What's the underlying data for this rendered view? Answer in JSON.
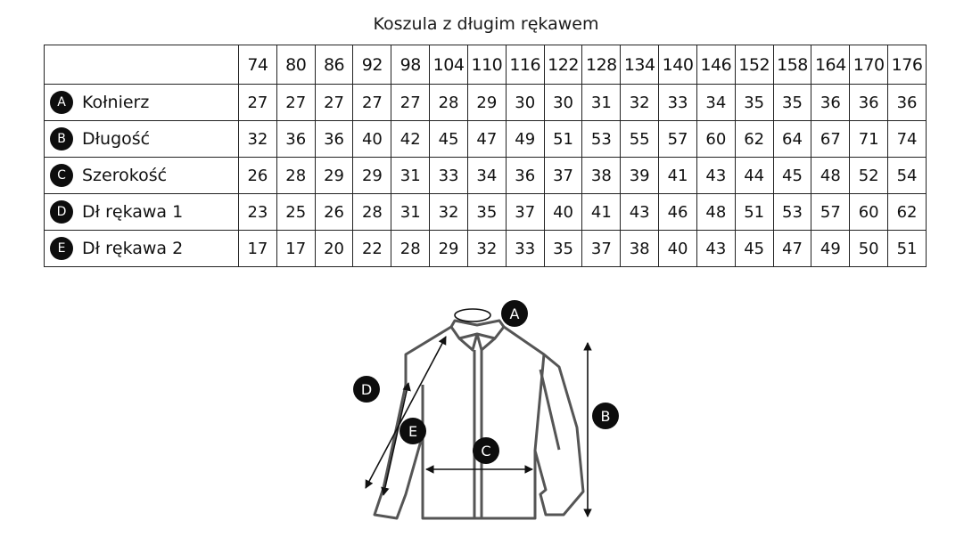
{
  "title": "Koszula z długim rękawem",
  "sizes": [
    "74",
    "80",
    "86",
    "92",
    "98",
    "104",
    "110",
    "116",
    "122",
    "128",
    "134",
    "140",
    "146",
    "152",
    "158",
    "164",
    "170",
    "176"
  ],
  "rows": [
    {
      "letter": "A",
      "label": "Kołnierz",
      "values": [
        "27",
        "27",
        "27",
        "27",
        "27",
        "28",
        "29",
        "30",
        "30",
        "31",
        "32",
        "33",
        "34",
        "35",
        "35",
        "36",
        "36",
        "36"
      ]
    },
    {
      "letter": "B",
      "label": "Długość",
      "values": [
        "32",
        "36",
        "36",
        "40",
        "42",
        "45",
        "47",
        "49",
        "51",
        "53",
        "55",
        "57",
        "60",
        "62",
        "64",
        "67",
        "71",
        "74"
      ]
    },
    {
      "letter": "C",
      "label": "Szerokość",
      "values": [
        "26",
        "28",
        "29",
        "29",
        "31",
        "33",
        "34",
        "36",
        "37",
        "38",
        "39",
        "41",
        "43",
        "44",
        "45",
        "48",
        "52",
        "54"
      ]
    },
    {
      "letter": "D",
      "label": "Dł rękawa 1",
      "values": [
        "23",
        "25",
        "26",
        "28",
        "31",
        "32",
        "35",
        "37",
        "40",
        "41",
        "43",
        "46",
        "48",
        "51",
        "53",
        "57",
        "60",
        "62"
      ]
    },
    {
      "letter": "E",
      "label": "Dł rękawa 2",
      "values": [
        "17",
        "17",
        "20",
        "22",
        "28",
        "29",
        "32",
        "33",
        "35",
        "37",
        "38",
        "40",
        "43",
        "45",
        "47",
        "49",
        "50",
        "51"
      ]
    }
  ],
  "diagram": {
    "labels": {
      "A": "A",
      "B": "B",
      "C": "C",
      "D": "D",
      "E": "E"
    },
    "colors": {
      "outline": "#555555",
      "arrow": "#111111",
      "badge": "#0d0d0d",
      "badge_text": "#ffffff"
    }
  }
}
